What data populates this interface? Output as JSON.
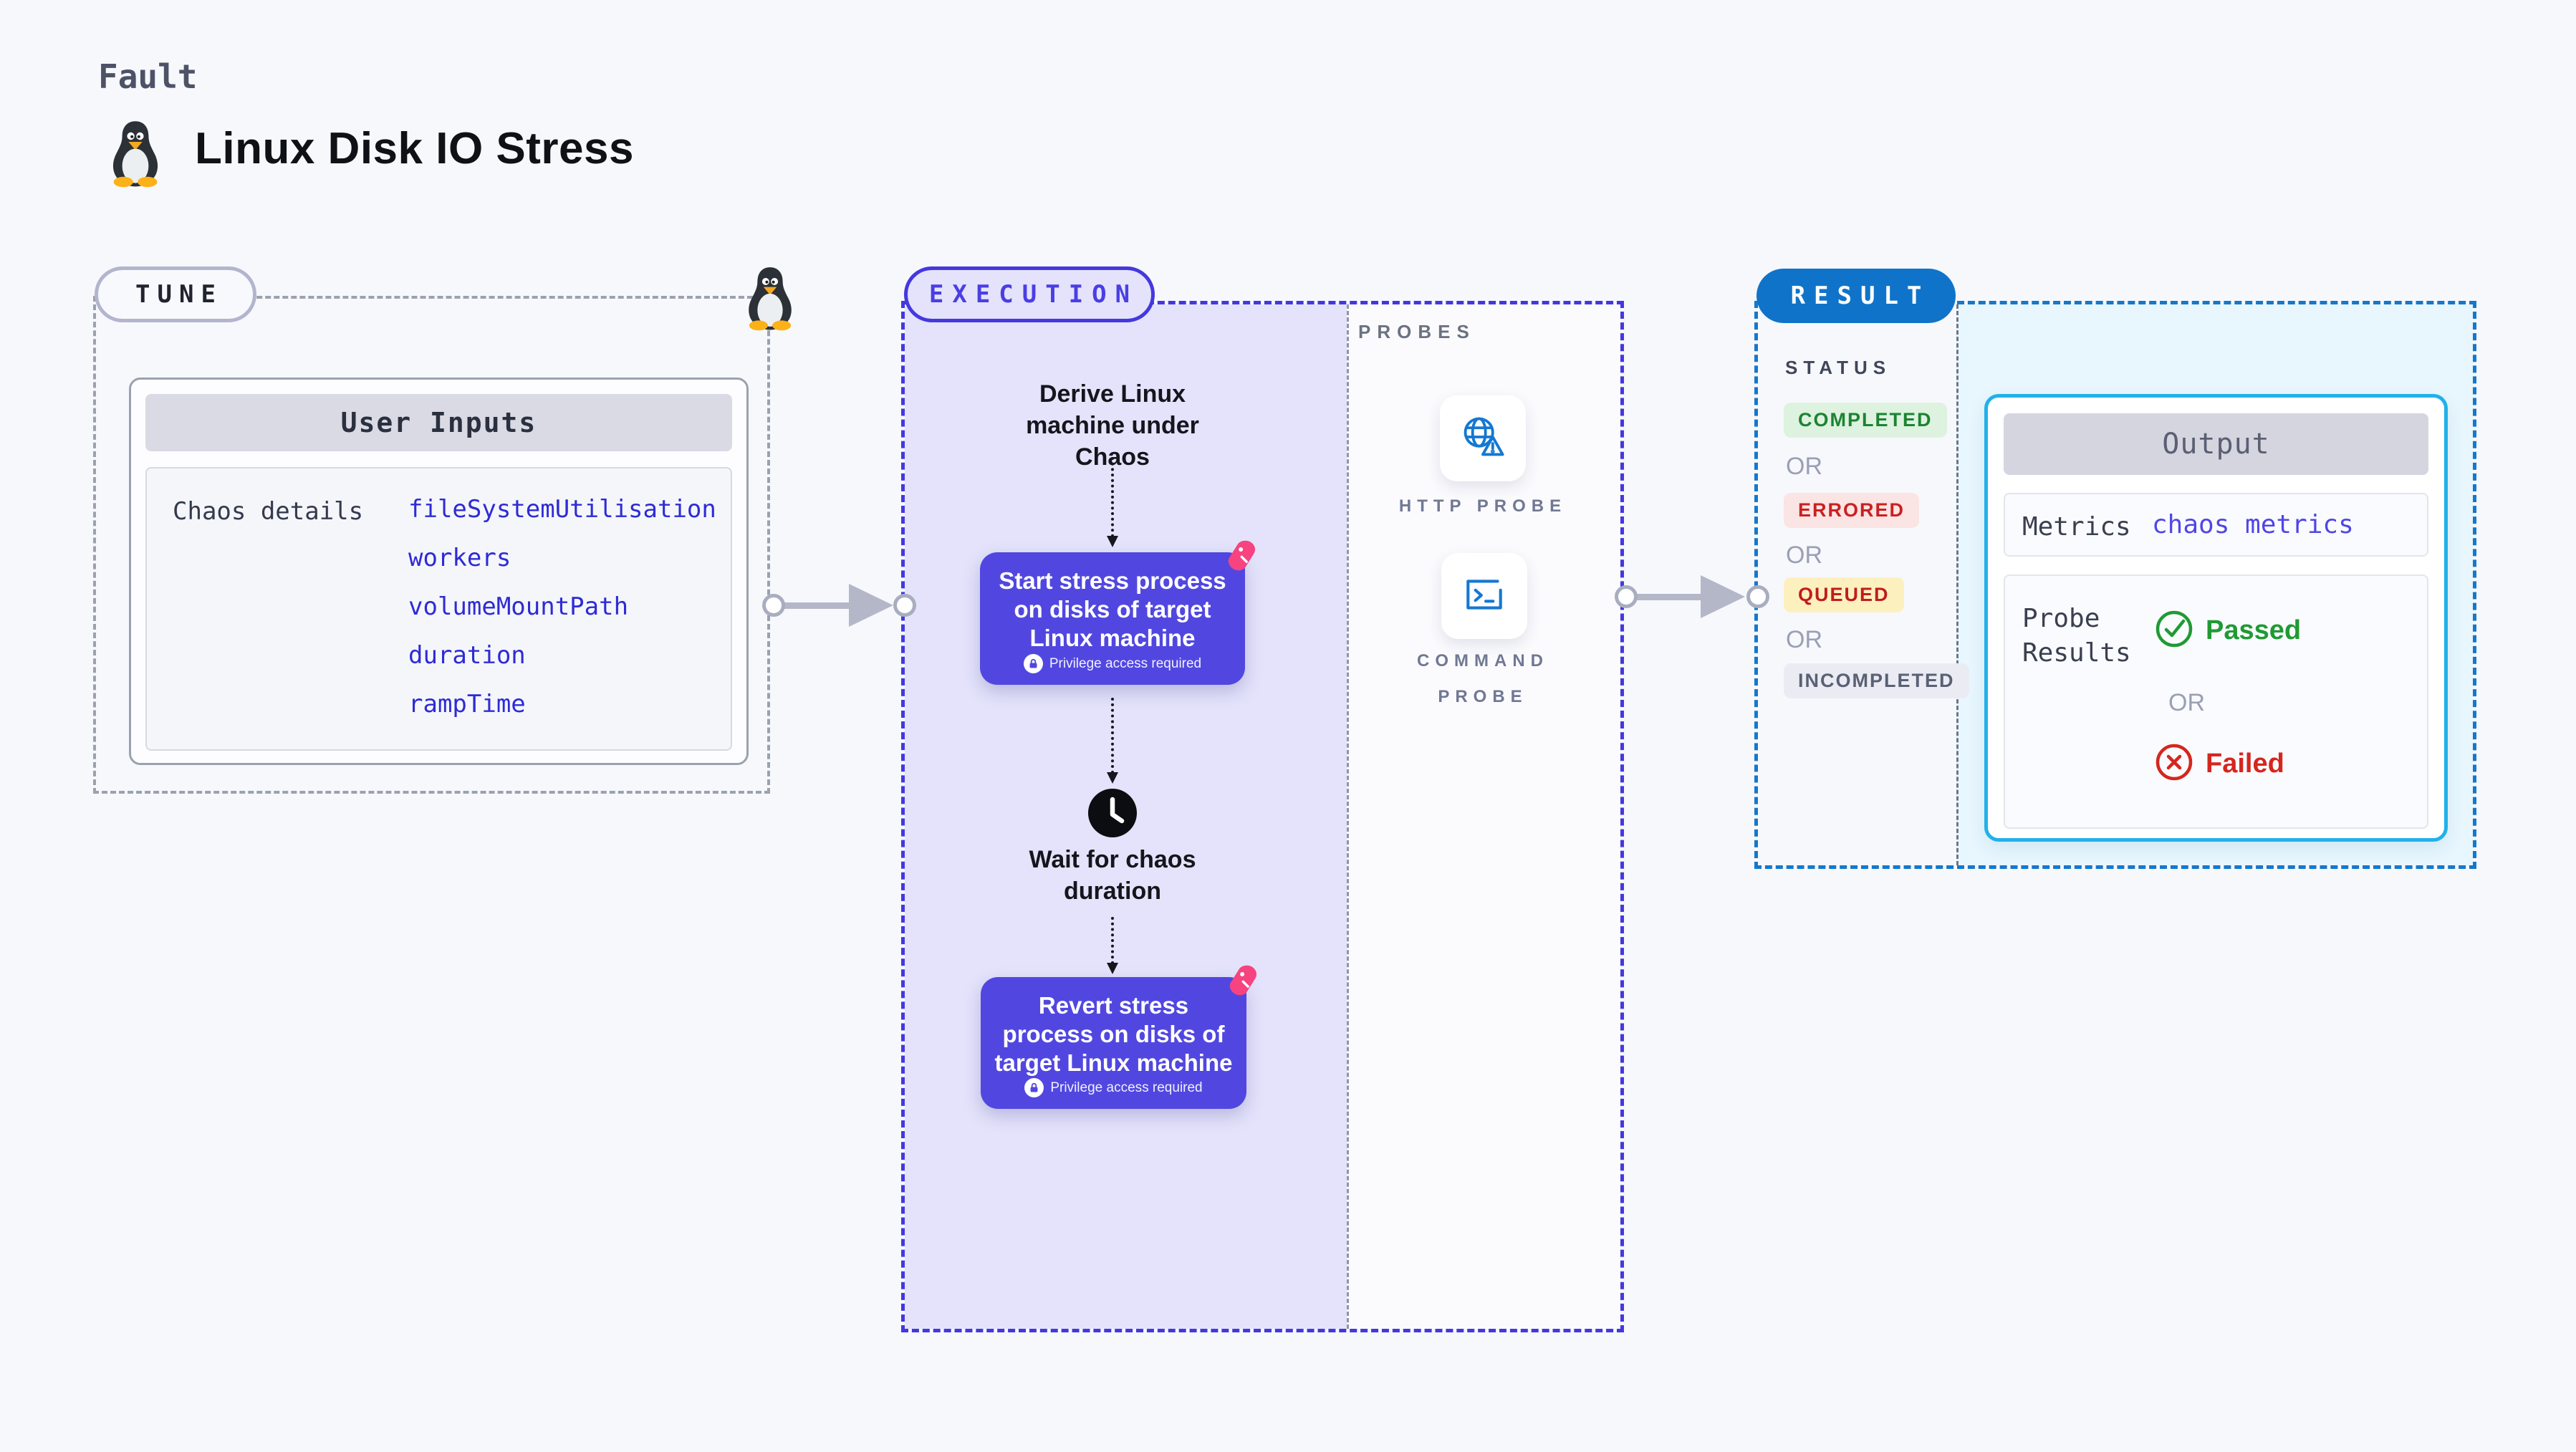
{
  "header": {
    "kicker": "Fault",
    "title": "Linux Disk IO Stress"
  },
  "tune": {
    "badge": "TUNE",
    "card_title": "User Inputs",
    "row_label": "Chaos details",
    "values": [
      "fileSystemUtilisation",
      "workers",
      "volumeMountPath",
      "duration",
      "rampTime"
    ]
  },
  "execution": {
    "badge": "EXECUTION",
    "derive_label": "Derive Linux machine under Chaos",
    "start_label": "Start stress process on disks of target Linux machine",
    "privilege_label": "Privilege access required",
    "wait_label": "Wait for chaos duration",
    "revert_label": "Revert stress process on disks of target Linux machine"
  },
  "probes": {
    "title": "PROBES",
    "items": [
      {
        "label": "HTTP PROBE",
        "icon": "globe-alert-icon"
      },
      {
        "label": "COMMAND PROBE",
        "icon": "terminal-icon"
      }
    ]
  },
  "result": {
    "badge": "RESULT",
    "status_title": "STATUS",
    "or_label": "OR",
    "statuses": [
      {
        "label": "COMPLETED",
        "tone": "green"
      },
      {
        "label": "ERRORED",
        "tone": "red"
      },
      {
        "label": "QUEUED",
        "tone": "yellow"
      },
      {
        "label": "INCOMPLETED",
        "tone": "gray"
      }
    ],
    "output": {
      "title": "Output",
      "metrics_label": "Metrics",
      "metrics_value": "chaos metrics",
      "probe_results_label": "Probe Results",
      "passed_label": "Passed",
      "failed_label": "Failed"
    }
  },
  "colors": {
    "page_bg": "#f7f8fc",
    "execution_fill": "#e4e3fb",
    "execution_accent": "#4538df",
    "node_indigo": "#5147e0",
    "chaos_pink": "#f7437f",
    "result_accent": "#0f74c9",
    "output_border": "#21b1e9",
    "result_fill": "#e8f6fd",
    "probe_icon_blue": "#1478d2",
    "passed_green": "#1f9a34",
    "failed_red": "#d5261e",
    "value_indigo": "#2e2bd6"
  }
}
